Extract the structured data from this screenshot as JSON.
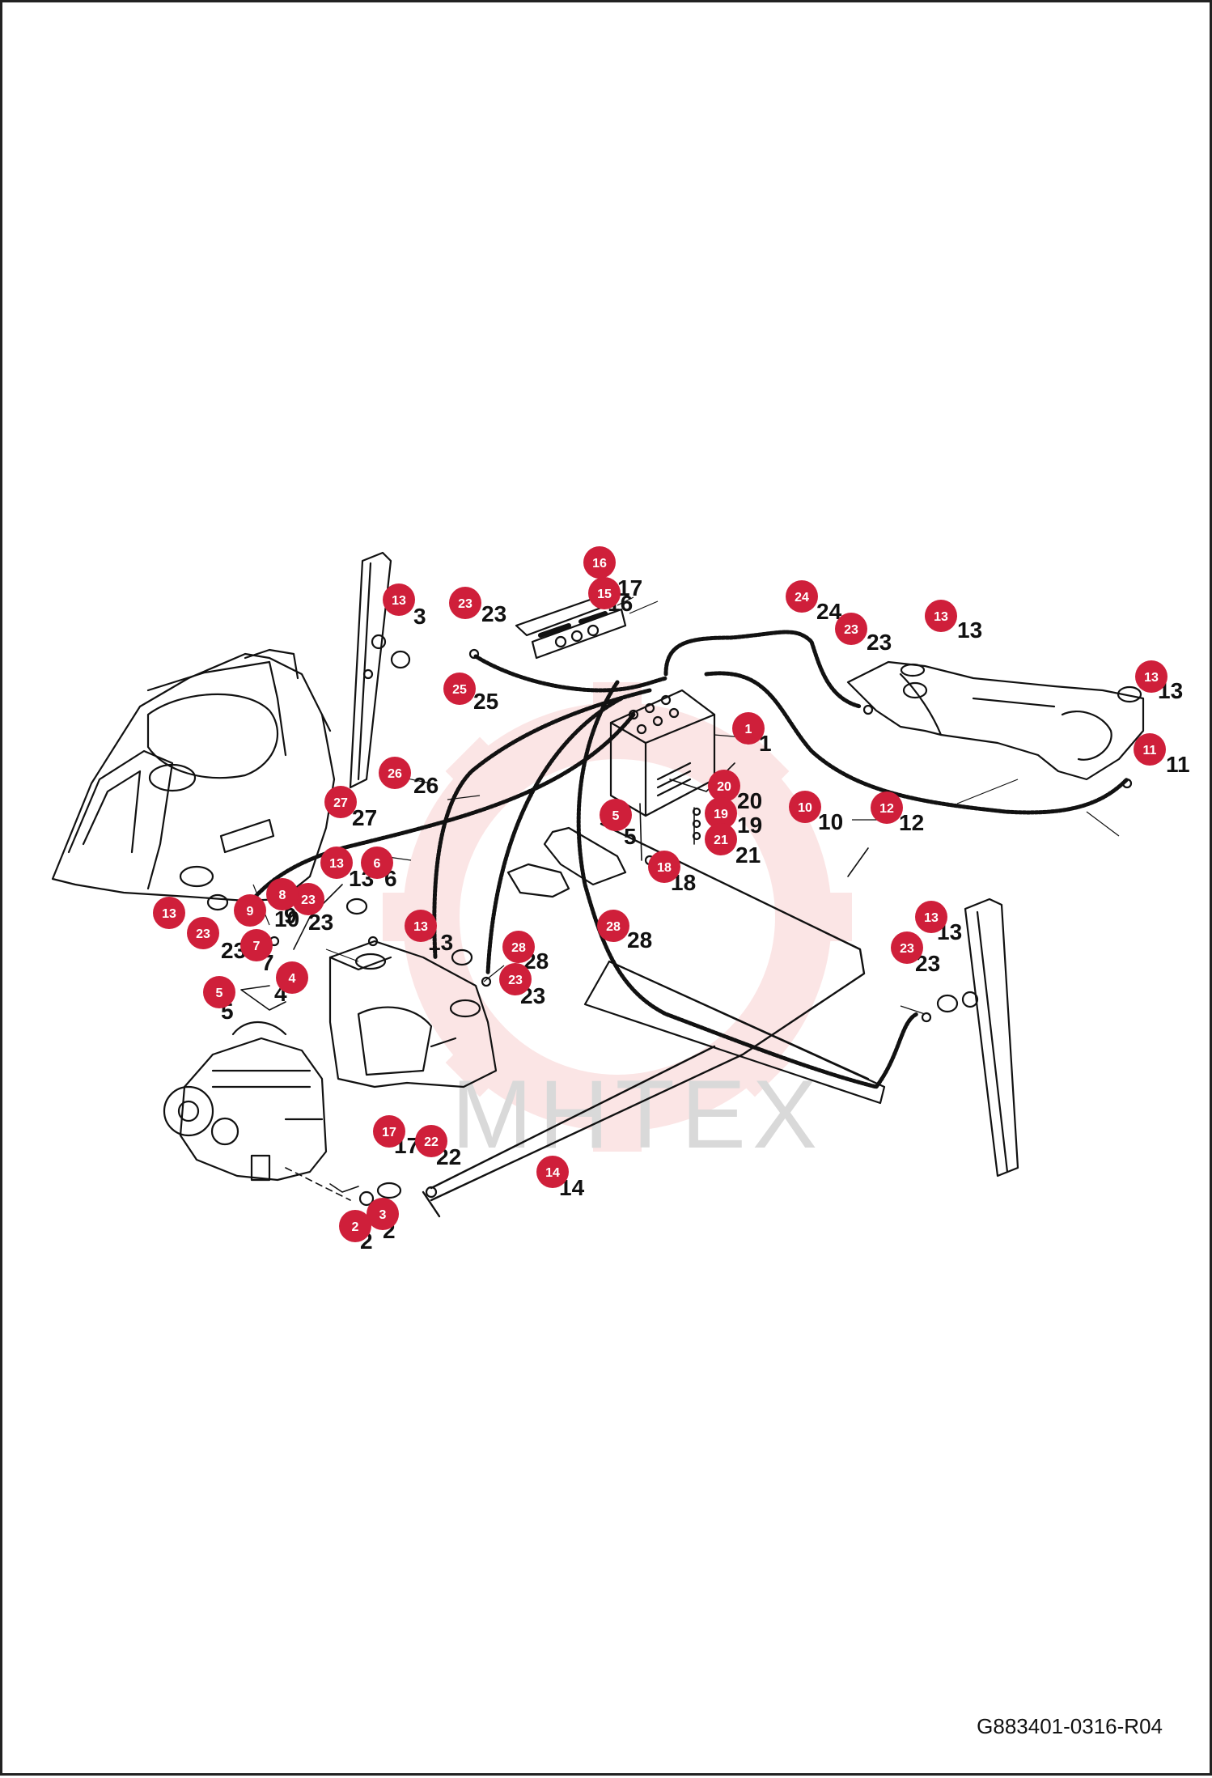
{
  "drawing_code": "G883401-0316-R04",
  "watermark": "MHTEX",
  "colors": {
    "callout": "#cf1f3a",
    "line": "#111111",
    "watermark": "#f4c2c2"
  },
  "parts": [
    {
      "n": "1"
    },
    {
      "n": "2"
    },
    {
      "n": "3"
    },
    {
      "n": "4"
    },
    {
      "n": "5"
    },
    {
      "n": "6"
    },
    {
      "n": "7"
    },
    {
      "n": "8"
    },
    {
      "n": "9"
    },
    {
      "n": "10"
    },
    {
      "n": "11"
    },
    {
      "n": "12"
    },
    {
      "n": "13"
    },
    {
      "n": "14"
    },
    {
      "n": "15"
    },
    {
      "n": "16"
    },
    {
      "n": "17"
    },
    {
      "n": "18"
    },
    {
      "n": "19"
    },
    {
      "n": "20"
    },
    {
      "n": "21"
    },
    {
      "n": "22"
    },
    {
      "n": "23"
    },
    {
      "n": "24"
    },
    {
      "n": "25"
    },
    {
      "n": "26"
    },
    {
      "n": "27"
    },
    {
      "n": "28"
    }
  ],
  "callouts": [
    {
      "n": "16"
    },
    {
      "n": "15"
    },
    {
      "n": "13"
    },
    {
      "n": "23"
    },
    {
      "n": "24"
    },
    {
      "n": "23"
    },
    {
      "n": "13"
    },
    {
      "n": "13"
    },
    {
      "n": "25"
    },
    {
      "n": "1"
    },
    {
      "n": "11"
    },
    {
      "n": "26"
    },
    {
      "n": "20"
    },
    {
      "n": "19"
    },
    {
      "n": "10"
    },
    {
      "n": "12"
    },
    {
      "n": "27"
    },
    {
      "n": "5"
    },
    {
      "n": "21"
    },
    {
      "n": "13"
    },
    {
      "n": "6"
    },
    {
      "n": "18"
    },
    {
      "n": "13"
    },
    {
      "n": "23"
    },
    {
      "n": "8"
    },
    {
      "n": "9"
    },
    {
      "n": "13"
    },
    {
      "n": "23"
    },
    {
      "n": "7"
    },
    {
      "n": "4"
    },
    {
      "n": "5"
    },
    {
      "n": "28"
    },
    {
      "n": "28"
    },
    {
      "n": "23"
    },
    {
      "n": "13"
    },
    {
      "n": "23"
    },
    {
      "n": "17"
    },
    {
      "n": "22"
    },
    {
      "n": "14"
    },
    {
      "n": "3"
    },
    {
      "n": "2"
    }
  ]
}
